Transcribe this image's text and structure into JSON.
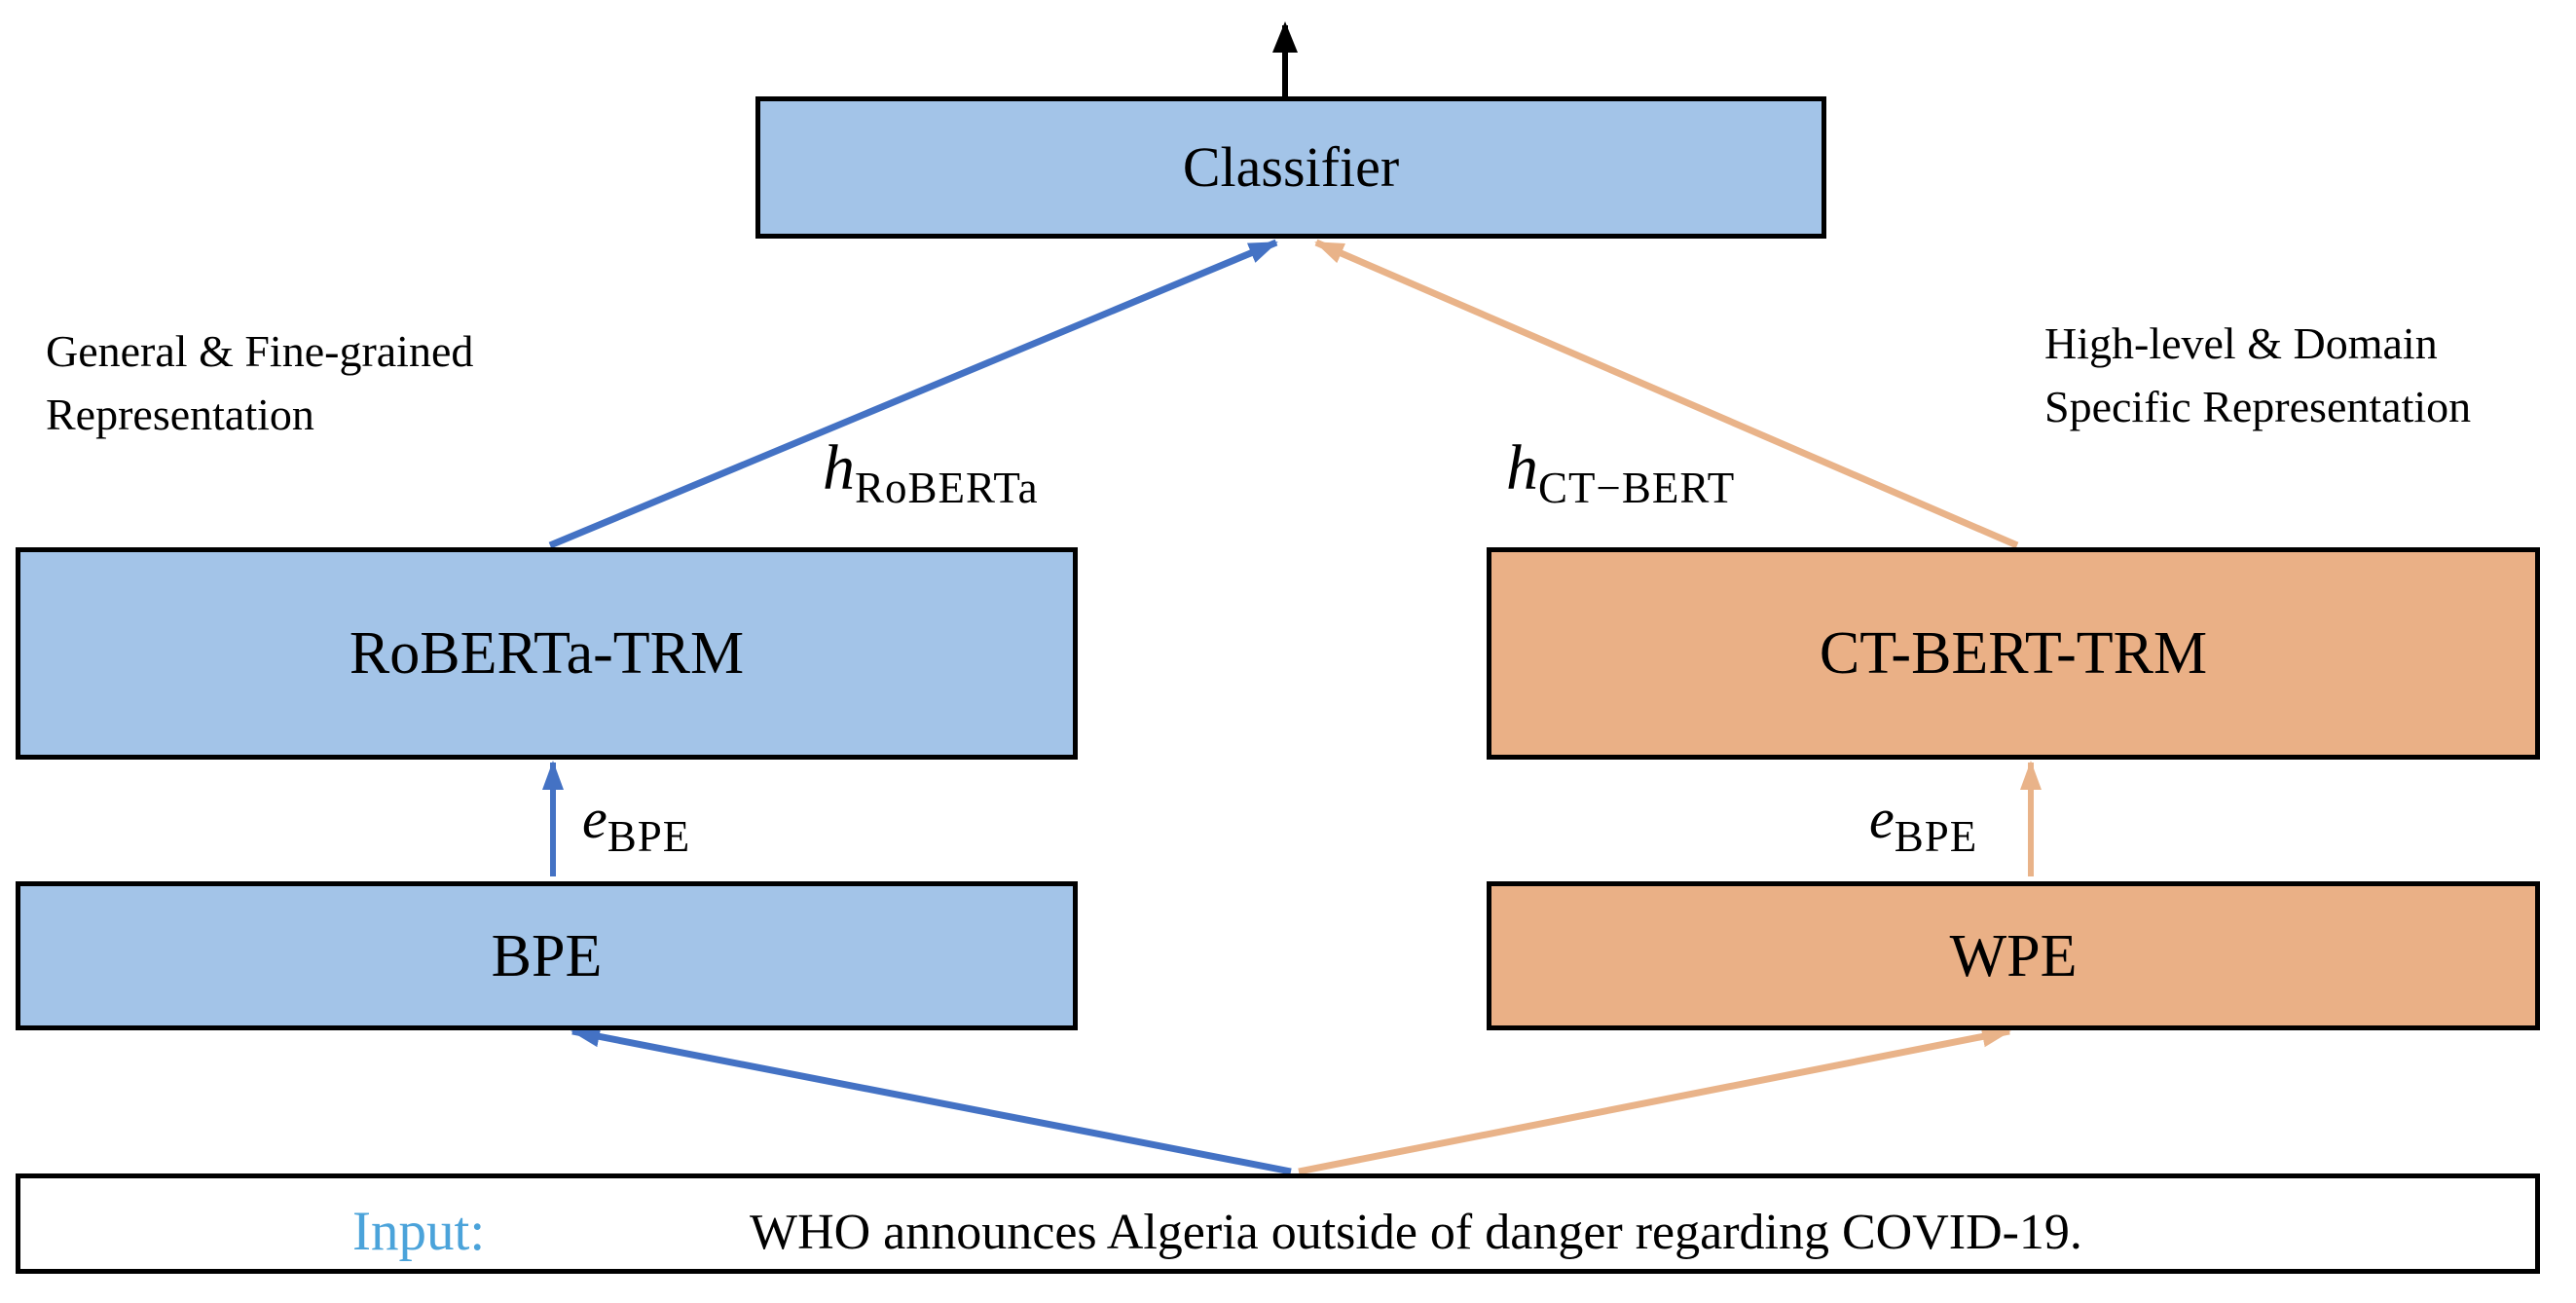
{
  "figure": {
    "boxes": {
      "classifier": "Classifier",
      "roberta_trm": "RoBERTa-TRM",
      "ct_bert_trm": "CT-BERT-TRM",
      "bpe": "BPE",
      "wpe": "WPE"
    },
    "annotations": {
      "left": "General & Fine-grained\nRepresentation",
      "right": "High-level & Domain\nSpecific Representation"
    },
    "math_labels": {
      "h_roberta": {
        "base": "h",
        "sub": "RoBERTa"
      },
      "h_ct_bert": {
        "base": "h",
        "sub": "CT−BERT"
      },
      "e_bpe_left": {
        "base": "e",
        "sub": "BPE"
      },
      "e_bpe_right": {
        "base": "e",
        "sub": "BPE"
      }
    },
    "input": {
      "label": "Input:",
      "sentence": "WHO announces Algeria outside of danger regarding COVID-19."
    },
    "colors": {
      "background": "#ffffff",
      "box_blue": "#a3c4e8",
      "box_orange": "#eab086",
      "arrow_blue": "#4472c4",
      "arrow_orange": "#e9b389",
      "arrow_black": "#000000",
      "border_black": "#000000",
      "input_accent": "#4ba3da",
      "text_black": "#000000"
    }
  }
}
